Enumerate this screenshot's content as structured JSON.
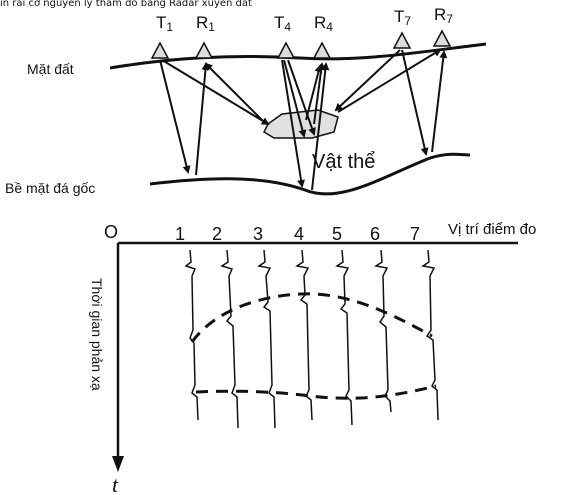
{
  "header_partial": "in rải cơ nguyên lý thăm dò bằng Radar xuyên đất",
  "labels": {
    "ground_surface": "Mặt đất",
    "bedrock_surface": "Bề mặt đá gốc",
    "object": "Vật thể",
    "origin": "O",
    "x_axis": "Vị trí điểm đo",
    "y_axis": "Thời gian phản xạ",
    "time_symbol": "t"
  },
  "antennas": [
    {
      "tx": "T",
      "tx_sub": "1",
      "rx": "R",
      "rx_sub": "1"
    },
    {
      "tx": "T",
      "tx_sub": "4",
      "rx": "R",
      "rx_sub": "4"
    },
    {
      "tx": "T",
      "tx_sub": "7",
      "rx": "R",
      "rx_sub": "7"
    }
  ],
  "positions": [
    "1",
    "2",
    "3",
    "4",
    "5",
    "6",
    "7"
  ],
  "colors": {
    "ink": "#111111",
    "object_fill": "#e0e0e0"
  }
}
